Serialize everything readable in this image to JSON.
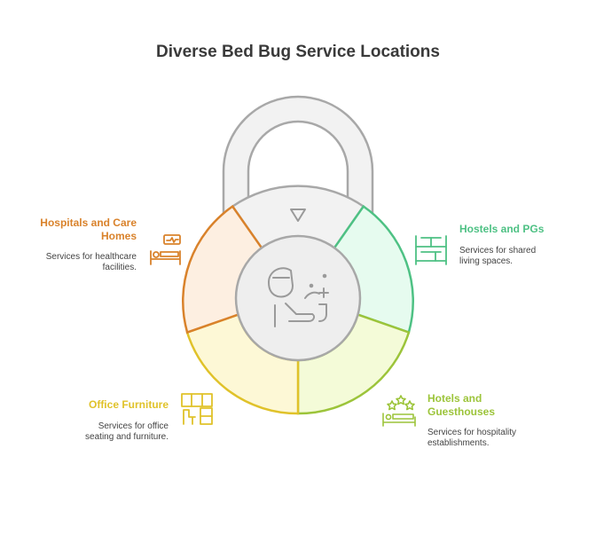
{
  "title": "Diverse Bed Bug Service Locations",
  "colors": {
    "hospitals": "#d9822b",
    "hostels": "#4ec184",
    "hotels": "#9cc43a",
    "office": "#e0c22a",
    "outline": "#a8a8a8"
  },
  "sections": {
    "hospitals": {
      "label_line1": "Hospitals and Care",
      "label_line2": "Homes",
      "desc_line1": "Services for healthcare",
      "desc_line2": "facilities.",
      "icon": "hospital-bed-icon"
    },
    "hostels": {
      "label": "Hostels and PGs",
      "desc_line1": "Services for shared",
      "desc_line2": "living spaces.",
      "icon": "bunk-bed-icon"
    },
    "hotels": {
      "label_line1": "Hotels and",
      "label_line2": "Guesthouses",
      "desc_line1": "Services for hospitality",
      "desc_line2": "establishments.",
      "icon": "hotel-stars-bed-icon"
    },
    "office": {
      "label": "Office Furniture",
      "desc_line1": "Services for office",
      "desc_line2": "seating and furniture.",
      "icon": "office-furniture-icon"
    }
  }
}
